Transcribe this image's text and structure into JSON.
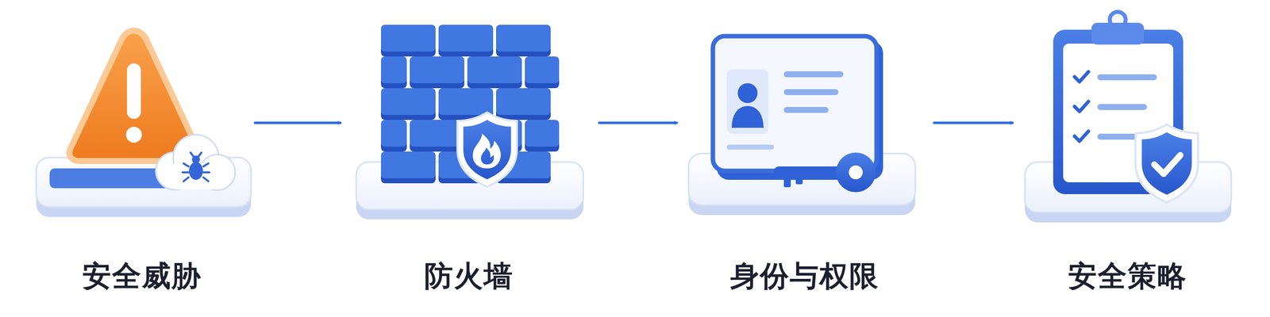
{
  "diagram": {
    "nodes": [
      {
        "text": [
          "安全威胁"
        ]
      },
      {
        "text": [
          "防火墙"
        ]
      },
      {
        "text": [
          "身份与权限"
        ]
      },
      {
        "text": [
          "安全策略"
        ]
      }
    ],
    "edges": [
      {
        "from": 0,
        "to": 1,
        "arrow": "to"
      },
      {
        "from": 1,
        "to": 2,
        "arrow": "to"
      },
      {
        "from": 2,
        "to": 3,
        "arrow": "to"
      }
    ]
  }
}
